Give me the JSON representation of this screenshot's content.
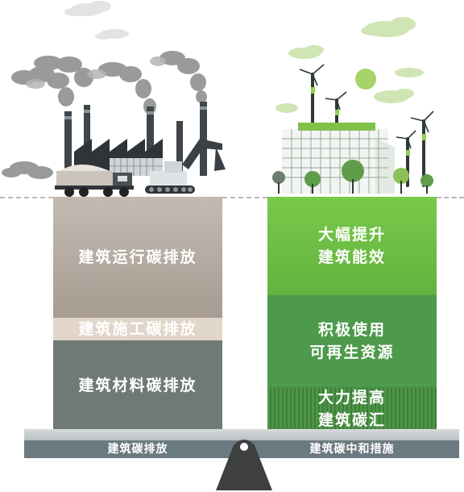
{
  "left": {
    "operation": "建筑运行碳排放",
    "construction": "建筑施工碳排放",
    "materials": "建筑材料碳排放"
  },
  "right": {
    "efficiency": [
      "大幅提升",
      "建筑能效"
    ],
    "renewables": [
      "积极使用",
      "可再生资源"
    ],
    "sinks": [
      "大力提高",
      "建筑碳汇"
    ]
  },
  "balance": {
    "left_label": "建筑碳排放",
    "right_label": "建筑碳中和措施"
  },
  "colors": {
    "operation_block": "#b7ada3",
    "construction_block": "#e2d6cb",
    "materials_block": "#6f7a75",
    "efficiency_block": "#6ebf45",
    "renewables_block": "#4e9a4c",
    "sinks_block": "#4a8c44",
    "beam": "#6b7a80",
    "fulcrum": "#3d3f40"
  }
}
